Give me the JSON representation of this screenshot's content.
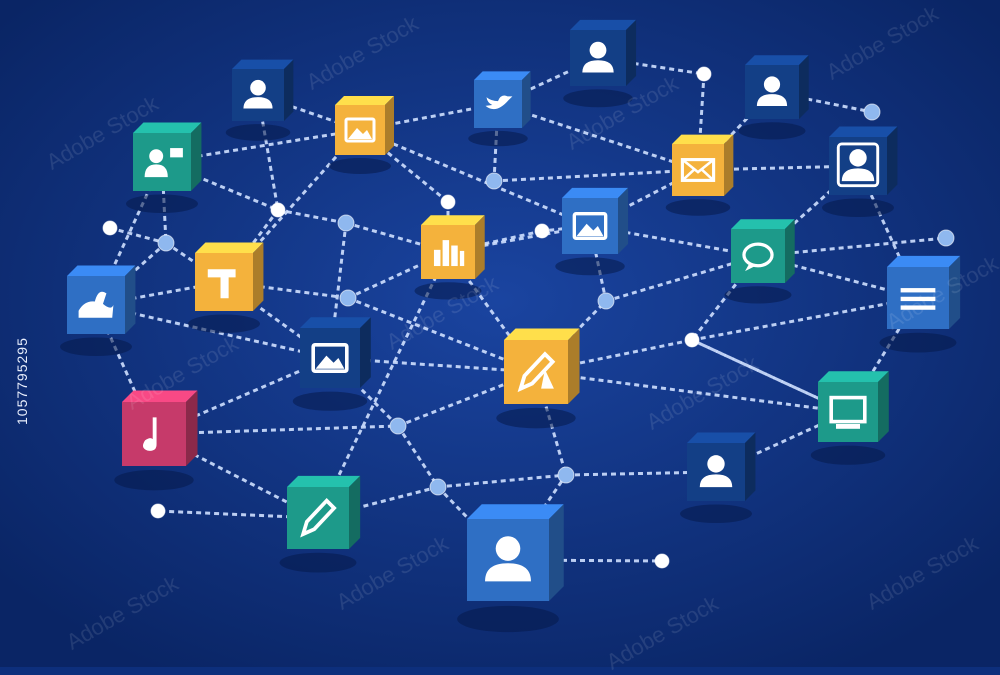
{
  "stock_id": "1057795295",
  "watermark": "Adobe Stock",
  "colors": {
    "background": "#0d2f7c",
    "connector": "#cfe0ff",
    "node": "#ffffff",
    "node_blue": "#8fb8ef",
    "orange": "#f4b23c",
    "blue": "#2f6fc4",
    "teal": "#1d9a8a",
    "navy": "#133f86",
    "pink": "#c63a6a"
  },
  "network": {
    "cubes": [
      {
        "id": "c1",
        "icon": "user-icon",
        "color": "navy"
      },
      {
        "id": "c2",
        "icon": "user-icon",
        "color": "navy"
      },
      {
        "id": "c3",
        "icon": "user-icon",
        "color": "navy"
      },
      {
        "id": "c4",
        "icon": "bird-icon",
        "color": "blue"
      },
      {
        "id": "c5",
        "icon": "image-icon",
        "color": "orange"
      },
      {
        "id": "c6",
        "icon": "presenter-icon",
        "color": "teal"
      },
      {
        "id": "c7",
        "icon": "mail-icon",
        "color": "orange"
      },
      {
        "id": "c8",
        "icon": "user-portrait-icon",
        "color": "navy"
      },
      {
        "id": "c9",
        "icon": "landscape-icon",
        "color": "blue"
      },
      {
        "id": "c10",
        "icon": "chart-icon",
        "color": "orange"
      },
      {
        "id": "c11",
        "icon": "tool-icon",
        "color": "orange"
      },
      {
        "id": "c12",
        "icon": "chat-icon",
        "color": "teal"
      },
      {
        "id": "c13",
        "icon": "document-icon",
        "color": "blue"
      },
      {
        "id": "c14",
        "icon": "megaphone-icon",
        "color": "blue"
      },
      {
        "id": "c15",
        "icon": "photo-icon",
        "color": "navy"
      },
      {
        "id": "c16",
        "icon": "edit-icon",
        "color": "orange"
      },
      {
        "id": "c17",
        "icon": "monitor-icon",
        "color": "teal"
      },
      {
        "id": "c18",
        "icon": "music-icon",
        "color": "pink"
      },
      {
        "id": "c19",
        "icon": "user-icon",
        "color": "navy"
      },
      {
        "id": "c20",
        "icon": "pen-icon",
        "color": "teal"
      },
      {
        "id": "c21",
        "icon": "user-icon",
        "color": "blue"
      }
    ]
  }
}
